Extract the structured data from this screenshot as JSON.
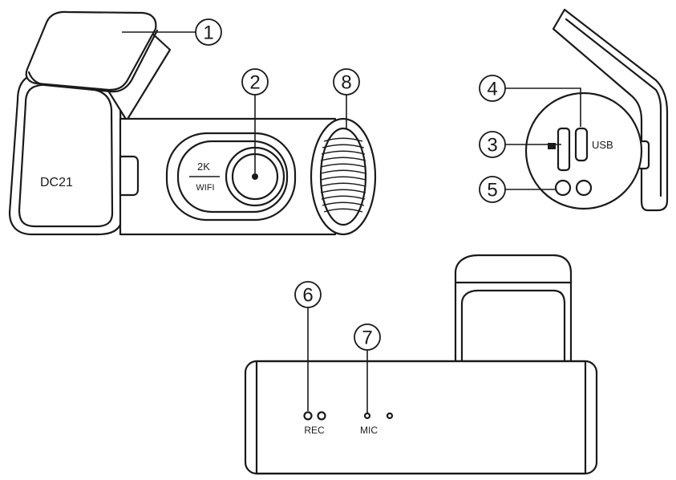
{
  "device": {
    "model_label": "DC21",
    "lens_badge_top": "2K",
    "lens_badge_bottom": "WIFI",
    "usb_label": "USB",
    "rec_label": "REC",
    "mic_label": "MIC"
  },
  "callouts": [
    "1",
    "2",
    "3",
    "4",
    "5",
    "6",
    "7",
    "8"
  ]
}
